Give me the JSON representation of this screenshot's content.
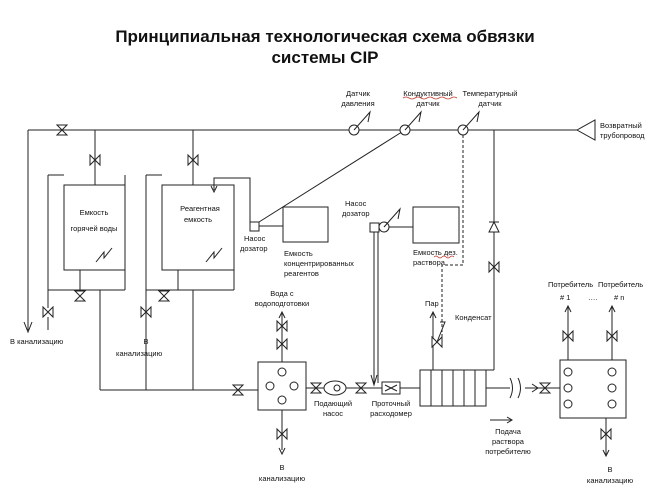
{
  "title": {
    "line1": "Принципиальная технологическая схема обвязки",
    "line2": "системы CIP"
  },
  "labels": {
    "sensor_pressure": [
      "Датчик",
      "давления"
    ],
    "sensor_conductive": [
      "Кондуктивный",
      "датчик"
    ],
    "sensor_temperature": [
      "Температурный",
      "датчик"
    ],
    "return_pipeline": [
      "Возвратный",
      "трубопровод"
    ],
    "tank_hot_water": [
      "Емкость",
      "горячей воды"
    ],
    "tank_reagent": [
      "Реагентная",
      "емкость"
    ],
    "pump_doser_1": [
      "Насос",
      "дозатор"
    ],
    "tank_concentrated": [
      "Емкость",
      "концентрированных",
      "реагентов"
    ],
    "pump_doser_2": [
      "Насос",
      "дозатор"
    ],
    "tank_disinfectant": [
      "Емкость дез.",
      "раствора"
    ],
    "to_sewer_1": [
      "В канализацию"
    ],
    "to_sewer_2": [
      "В",
      "канализацию"
    ],
    "water_supply": [
      "Вода с",
      "водоподготовки"
    ],
    "steam": [
      "Пар"
    ],
    "condensate": [
      "Конденсат"
    ],
    "supply_pump": [
      "Подающий",
      "насос"
    ],
    "flowmeter": [
      "Проточный",
      "расходомер"
    ],
    "supply_to_consumer": [
      "Подача",
      "раствора",
      "потребителю"
    ],
    "consumer_1": [
      "Потребитель",
      "# 1"
    ],
    "consumer_n": [
      "Потребитель",
      "# n"
    ],
    "ellipsis": [
      "…."
    ],
    "to_sewer_3": [
      "В",
      "канализацию"
    ],
    "to_sewer_4": [
      "В",
      "канализацию"
    ]
  }
}
